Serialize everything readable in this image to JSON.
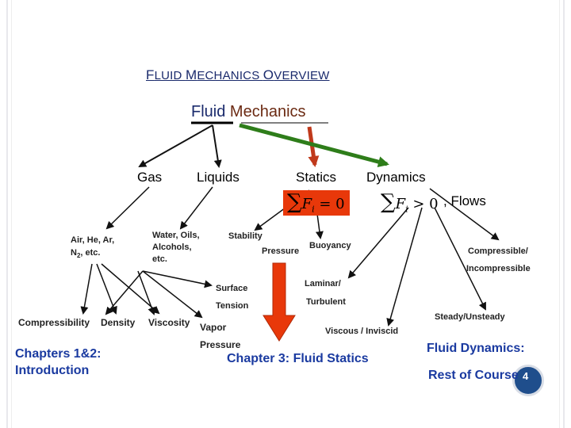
{
  "title": {
    "prefix_f": "F",
    "luid": "LUID ",
    "prefix_m": "M",
    "echanics": "ECHANICS ",
    "prefix_o": "O",
    "verview": "VERVIEW"
  },
  "root": {
    "fluid": "Fluid",
    "mechanics": " Mechanics"
  },
  "nodes": {
    "gas": "Gas",
    "liquids": "Liquids",
    "statics": "Statics",
    "dynamics": "Dynamics",
    "flows": ", Flows",
    "gas_examples_1": "Air, He, Ar,",
    "gas_examples_2": "N",
    "gas_examples_sub": "2",
    "gas_examples_3": ", etc.",
    "liquid_examples_1": "Water, Oils,",
    "liquid_examples_2": "Alcohols,",
    "liquid_examples_3": "etc.",
    "stability": "Stability",
    "pressure": "Pressure",
    "buoyancy": "Buoyancy",
    "compressible": "Compressible/",
    "incompressible": "Incompressible",
    "surface": "Surface",
    "tension": "Tension",
    "laminar": "Laminar/",
    "turbulent": "Turbulent",
    "compressibility": "Compressibility",
    "density": "Density",
    "viscosity": "Viscosity",
    "vapor": "Vapor",
    "vapor_pressure": "Pressure",
    "viscous": "Viscous / Inviscid",
    "steady": "Steady/Unsteady"
  },
  "equations": {
    "statics_sum": "∑",
    "statics_rest": "F",
    "statics_sub": "i",
    "statics_rel": " = 0",
    "dynamics_sum": "∑",
    "dynamics_rest": "F",
    "dynamics_sub": "i",
    "dynamics_rel": " > 0"
  },
  "chapters": {
    "intro_1": "Chapters 1&2:",
    "intro_2": "Introduction",
    "statics": "Chapter 3: Fluid Statics",
    "dynamics_1": "Fluid Dynamics:",
    "dynamics_2": "Rest of Course"
  },
  "page_number": "4",
  "colors": {
    "title": "#1a2a6c",
    "chapter_text": "#1a3aa0",
    "statics_arrow": "#e8380a",
    "dynamics_arrow": "#2e7d1a",
    "page_badge": "#1f4e8c"
  }
}
